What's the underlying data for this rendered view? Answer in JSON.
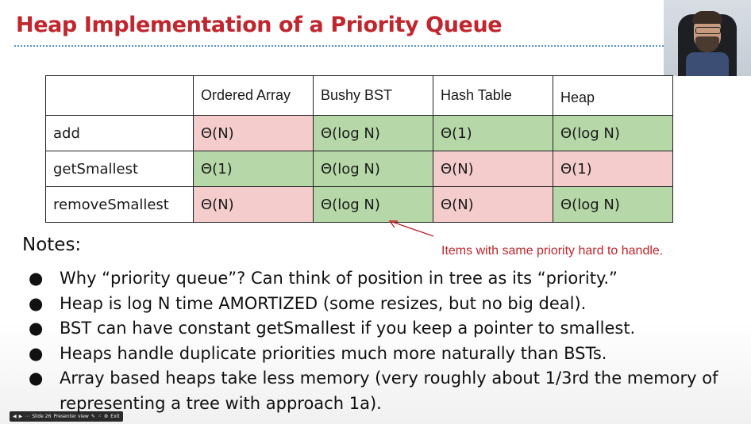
{
  "slide": {
    "title": "Heap Implementation of a Priority Queue",
    "table": {
      "headers": [
        "",
        "Ordered Array",
        "Bushy BST",
        "Hash Table",
        "Heap"
      ],
      "rows": [
        {
          "label": "add",
          "cells": [
            "Θ(N)",
            "Θ(log N)",
            "Θ(1)",
            "Θ(log N)"
          ]
        },
        {
          "label": "getSmallest",
          "cells": [
            "Θ(1)",
            "Θ(log N)",
            "Θ(N)",
            "Θ(1)"
          ]
        },
        {
          "label": "removeSmallest",
          "cells": [
            "Θ(N)",
            "Θ(log N)",
            "Θ(N)",
            "Θ(log N)"
          ]
        }
      ]
    },
    "annotation": "Items with same priority hard to handle.",
    "notes_heading": "Notes:",
    "bullet_glyph": "●",
    "notes": [
      "Why “priority queue”? Can think of position in tree as its “priority.”",
      "Heap is log N time AMORTIZED (some resizes, but no big deal).",
      "BST can have constant getSmallest if you keep a pointer to smallest.",
      "Heaps handle duplicate priorities much more naturally than BSTs.",
      "Array based heaps take less memory (very roughly about 1/3rd the memory of representing a tree with approach 1a)."
    ]
  },
  "colors": {
    "title": "#c0262d",
    "good_cell": "#b6d7a8",
    "bad_cell": "#f4cccc",
    "annotation": "#c0262d",
    "dotted_rule": "#5a8fd0"
  },
  "player_controls": {
    "slide_label": "Slide 26",
    "presenter_view_label": "Presenter view",
    "exit_label": "Exit",
    "icons": [
      "prev-icon",
      "next-icon",
      "menu-icon",
      "pen-icon",
      "grid-icon",
      "settings-icon"
    ]
  }
}
